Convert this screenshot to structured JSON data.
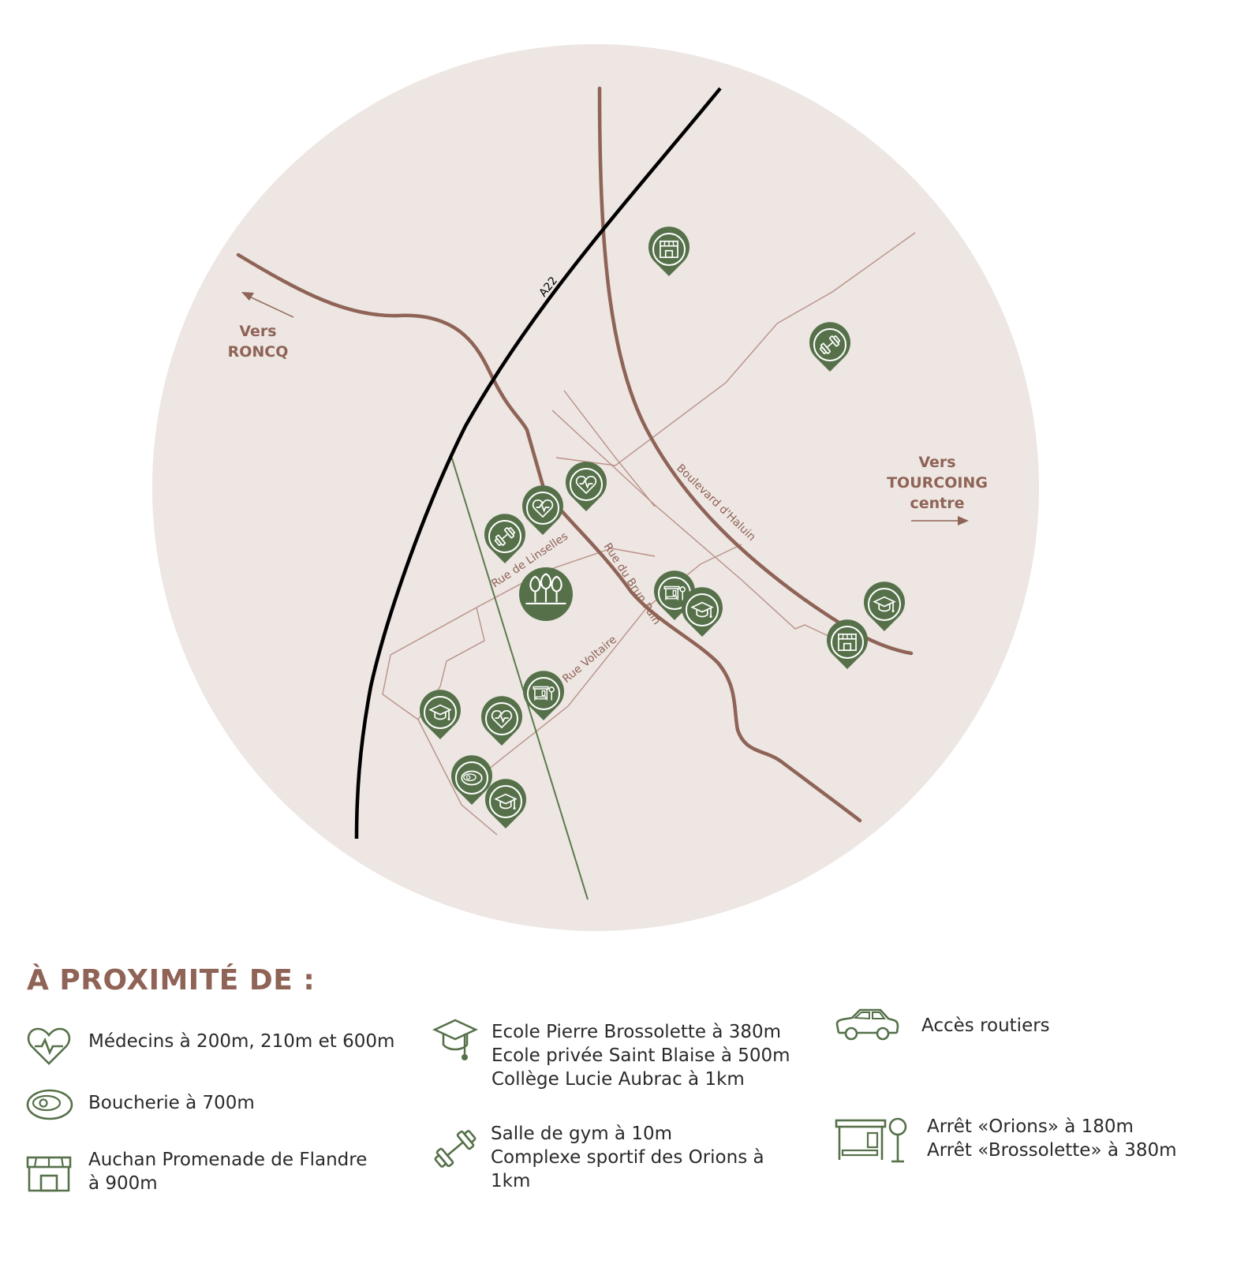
{
  "map": {
    "directions": {
      "roncq": [
        "Vers",
        "RONCQ"
      ],
      "tourcoing": [
        "Vers",
        "TOURCOING",
        "centre"
      ]
    },
    "road_labels": {
      "a22": "A22",
      "linselles": "Rue de Linselles",
      "brun_pain": "Rue du Brun Pain",
      "haluin": "Boulevard d'Haluin",
      "voltaire": "Rue Voltaire"
    },
    "colors": {
      "circle": "#ede6e3",
      "main_road": "#8f6356",
      "minor_road": "#b99187",
      "highway": "#000000",
      "rail": "#5b7a4c",
      "pin": "#56714a"
    },
    "markers": [
      {
        "icon": "shop-icon"
      },
      {
        "icon": "dumbbell-icon"
      },
      {
        "icon": "heart-icon"
      },
      {
        "icon": "heart-icon"
      },
      {
        "icon": "dumbbell-icon"
      },
      {
        "icon": "bus-stop-icon"
      },
      {
        "icon": "school-icon"
      },
      {
        "icon": "school-icon"
      },
      {
        "icon": "shop-icon"
      },
      {
        "icon": "bus-stop-icon"
      },
      {
        "icon": "school-icon"
      },
      {
        "icon": "heart-icon"
      },
      {
        "icon": "meat-icon"
      },
      {
        "icon": "school-icon"
      },
      {
        "icon": "park-icon"
      }
    ]
  },
  "legend": {
    "title": "À PROXIMITÉ DE :",
    "items": [
      {
        "icon": "heart-icon",
        "lines": [
          "Médecins à 200m, 210m et 600m"
        ]
      },
      {
        "icon": "meat-icon",
        "lines": [
          "Boucherie à 700m"
        ]
      },
      {
        "icon": "shop-icon",
        "lines": [
          "Auchan Promenade de Flandre",
          "à 900m"
        ]
      },
      {
        "icon": "school-icon",
        "lines": [
          "Ecole Pierre Brossolette à 380m",
          "Ecole privée Saint Blaise à 500m",
          "Collège Lucie Aubrac à 1km"
        ]
      },
      {
        "icon": "dumbbell-icon",
        "lines": [
          "Salle de gym à 10m",
          "Complexe sportif des Orions à",
          "1km"
        ]
      },
      {
        "icon": "car-icon",
        "lines": [
          "Accès routiers"
        ]
      },
      {
        "icon": "bus-stop-icon",
        "lines": [
          "Arrêt «Orions» à 180m",
          "Arrêt «Brossolette» à 380m"
        ]
      }
    ]
  }
}
